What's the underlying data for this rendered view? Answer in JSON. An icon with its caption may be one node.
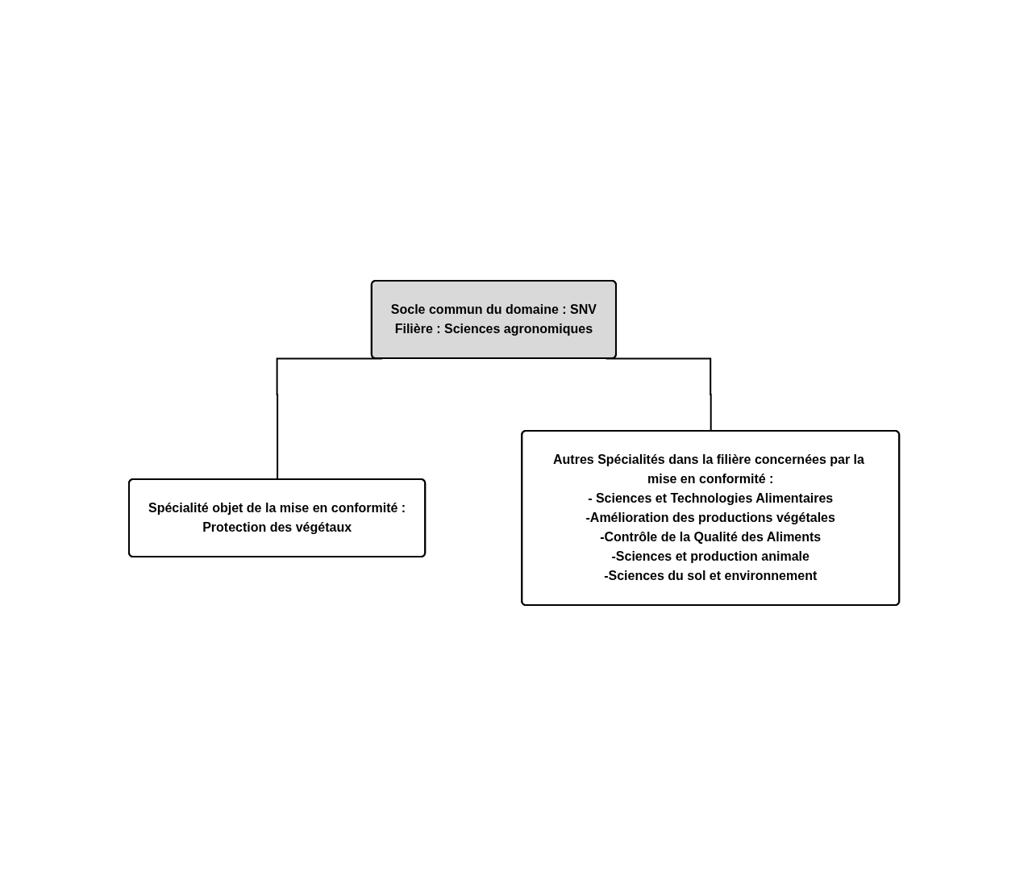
{
  "diagram": {
    "nodes": [
      {
        "text": [
          "Socle commun du domaine : SNV",
          "Filière : Sciences agronomiques"
        ]
      },
      {
        "text": [
          "Spécialité objet de la mise en conformité :",
          "Protection des végétaux"
        ]
      },
      {
        "text": [
          "Autres Spécialités dans la filière concernées par la mise en conformité :",
          "- Sciences et Technologies Alimentaires",
          "-Amélioration des productions végétales",
          "-Contrôle de la Qualité des Aliments",
          "-Sciences et production animale",
          "-Sciences du sol et environnement"
        ]
      }
    ],
    "edges": [
      {
        "from": 0,
        "to": 1,
        "arrow": "none"
      },
      {
        "from": 0,
        "to": 2,
        "arrow": "none"
      }
    ]
  }
}
